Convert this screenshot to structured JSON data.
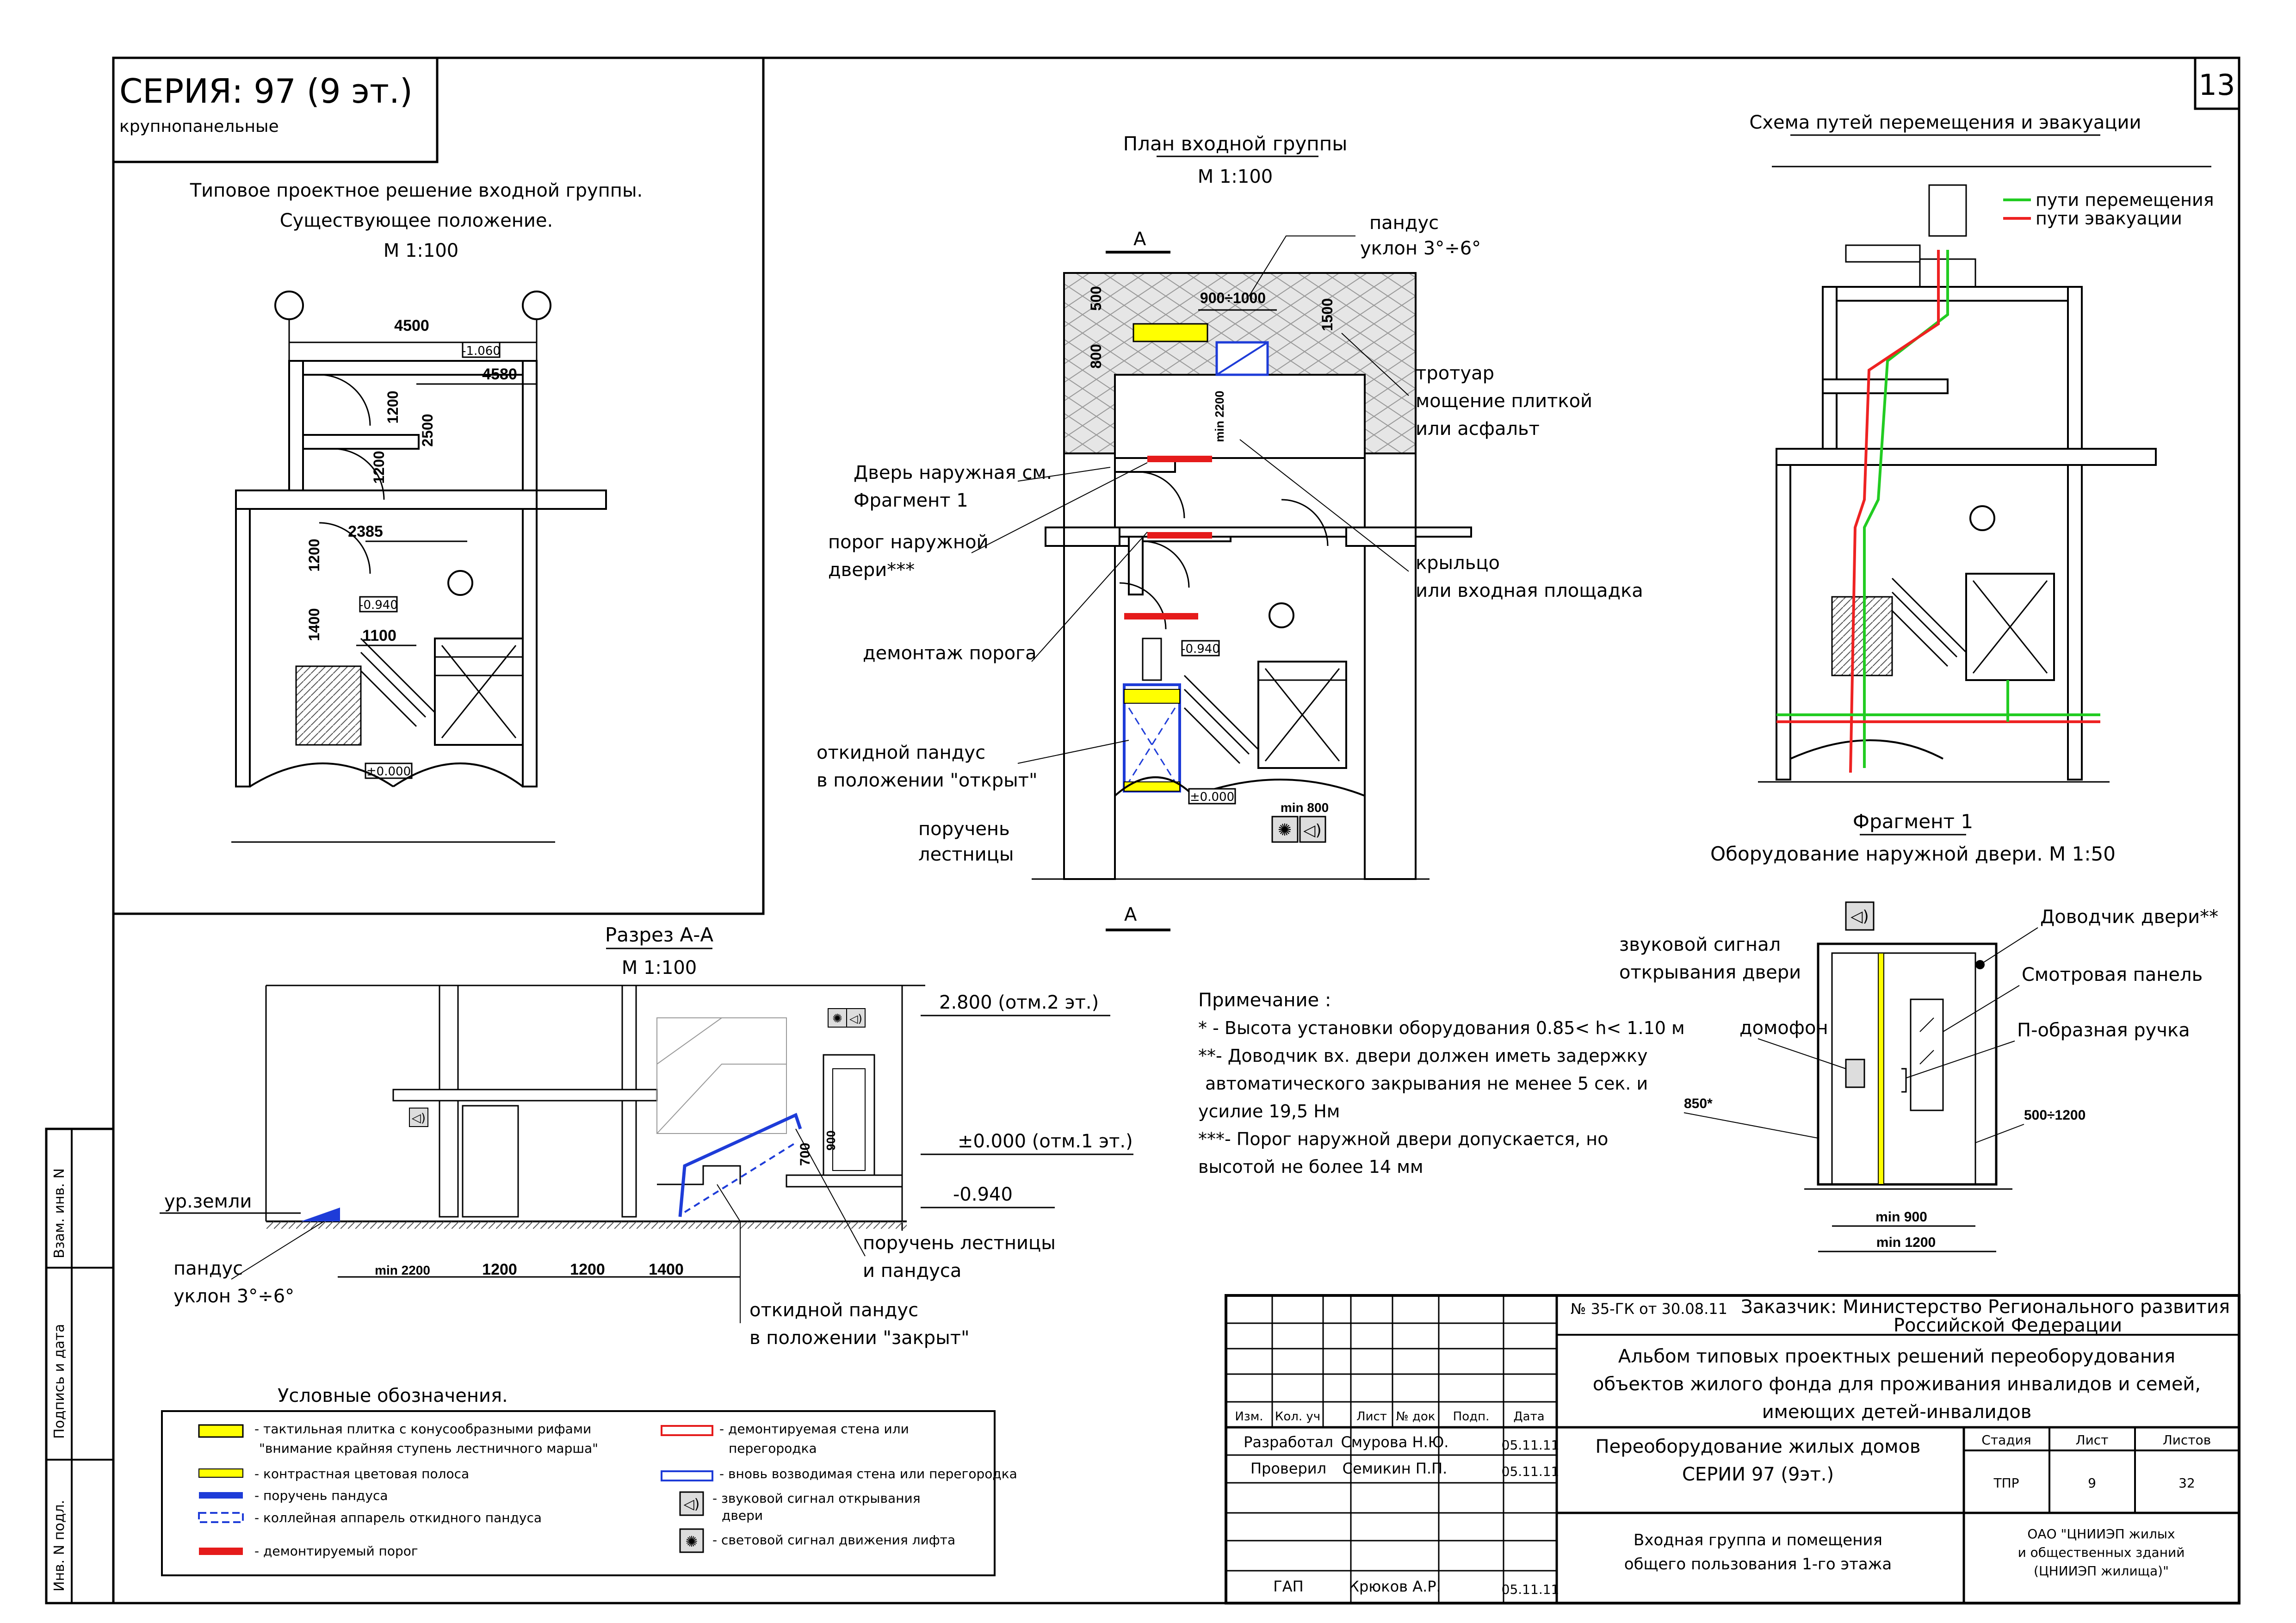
{
  "page_number": "13",
  "series": {
    "title": "СЕРИЯ: 97 (9 эт.)",
    "subtitle": "крупнопанельные"
  },
  "existing": {
    "title1": "Типовое проектное решение входной группы.",
    "title2": "Существующее положение.",
    "scale": "М 1:100",
    "dims": {
      "d4500": "4500",
      "d4580": "4580",
      "dm1060": "-1.060",
      "d1200a": "1200",
      "d2500": "2500",
      "d1200b": "1200",
      "d2385": "2385",
      "d1200c": "1200",
      "d1400": "1400",
      "dm0940": "-0.940",
      "d1100": "1100",
      "d0000": "±0.000"
    }
  },
  "plan": {
    "title": "План входной группы",
    "scale": "М 1:100",
    "section_mark": "А",
    "labels": {
      "ramp1": "пандус",
      "ramp2": "уклон 3°÷6°",
      "walk1": "тротуар",
      "walk2": "мощение плиткой",
      "walk3": "или асфальт",
      "door1": "Дверь наружная см.",
      "door2": "Фрагмент 1",
      "sill1": "порог наружной",
      "sill2": "двери***",
      "demont": "демонтаж порога",
      "porch1": "крыльцо",
      "porch2": "или входная площадка",
      "fold1": "откидной пандус",
      "fold2": "в положении \"открыт\"",
      "rail1": "поручень",
      "rail2": "лестницы"
    },
    "dims": {
      "d900_1000": "900÷1000",
      "d500": "500",
      "d800": "800",
      "d1500": "1500",
      "dmin2200": "min 2200",
      "dm0940": "-0.940",
      "d0000": "±0.000",
      "dmin800": "min 800"
    }
  },
  "scheme": {
    "title": "Схема путей перемещения и эвакуации",
    "legend_move": "пути перемещения",
    "legend_evac": "пути эвакуации",
    "color_move": "#22cc22",
    "color_evac": "#ee2222"
  },
  "fragment": {
    "title": "Фрагмент 1",
    "subtitle": "Оборудование наружной двери. М 1:50",
    "labels": {
      "sound1": "звуковой сигнал",
      "sound2": "открывания двери",
      "closer": "Доводчик двери**",
      "panel": "Смотровая панель",
      "intercom": "домофон",
      "handle": "П-образная ручка"
    },
    "dims": {
      "d850": "850*",
      "d500_1200": "500÷1200",
      "dmin900": "min 900",
      "dmin1200": "min 1200"
    }
  },
  "section": {
    "title": "Разрез А-А",
    "scale": "М 1:100",
    "labels": {
      "ground": "ур.земли",
      "ramp1": "пандус",
      "ramp2": "уклон 3°÷6°",
      "rail1": "поручень лестницы",
      "rail2": "и пандуса",
      "fold1": "откидной пандус",
      "fold2": "в положении \"закрыт\""
    },
    "dims": {
      "lvl2": "2.800 (отм.2 эт.)",
      "lvl1": "±0.000 (отм.1 эт.)",
      "lvlm": "-0.940",
      "d700": "700",
      "d900": "900",
      "dmin2200": "min 2200",
      "d1200a": "1200",
      "d1200b": "1200",
      "d1400": "1400"
    }
  },
  "notes": {
    "title": "Примечание :",
    "n1": "* - Высота установки оборудования 0.85< h< 1.10 м",
    "n2a": "**- Доводчик вх. двери должен иметь задержку",
    "n2b": "автоматического закрывания не менее 5 сек. и",
    "n2c": "усилие 19,5 Нм",
    "n3a": "***-  Порог наружной двери допускается, но",
    "n3b": "высотой не более 14 мм"
  },
  "legend": {
    "title": "Условные обозначения.",
    "items": [
      {
        "text1": "- тактильная плитка с конусообразными рифами",
        "text2": "\"внимание крайняя ступень лестничного марша\""
      },
      {
        "text1": "- контрастная цветовая полоса",
        "text2": ""
      },
      {
        "text1": "- поручень пандуса",
        "text2": ""
      },
      {
        "text1": "- коллейная аппарель откидного пандуса",
        "text2": ""
      },
      {
        "text1": "- демонтируемый порог",
        "text2": ""
      },
      {
        "text1": "- демонтируемая стена или",
        "text2": "перегородка"
      },
      {
        "text1": "- вновь возводимая стена или перегородка",
        "text2": ""
      },
      {
        "text1": "- звуковой сигнал открывания",
        "text2": "двери"
      },
      {
        "text1": "- световой сигнал движения лифта",
        "text2": ""
      }
    ]
  },
  "side_stamp": {
    "c1": "Взам. инв. N",
    "c2": "Подпись и дата",
    "c3": "Инв. N подл."
  },
  "title_block": {
    "doc_no": "№ 35-ГК от 30.08.11",
    "customer1": "Заказчик: Министерство Регионального развития",
    "customer2": "Российской Федерации",
    "album1": "Альбом типовых проектных решений переоборудования",
    "album2": "объектов жилого фонда для проживания инвалидов и семей,",
    "album3": "имеющих детей-инвалидов",
    "head": {
      "izm": "Изм.",
      "kol": "Кол. уч",
      "list": "Лист",
      "ndok": "№ док",
      "podp": "Подп.",
      "data": "Дата"
    },
    "rows": [
      {
        "role": "Разработал",
        "name": "Смурова Н.Ю.",
        "date": "05.11.11"
      },
      {
        "role": "Проверил",
        "name": "Семикин П.П.",
        "date": "05.11.11"
      },
      {
        "role": "ГАП",
        "name": "Крюков А.Р.",
        "date": "05.11.11"
      }
    ],
    "object1": "Переоборудование жилых домов",
    "object2": "СЕРИИ 97 (9эт.)",
    "sheet1": "Входная группа и помещения",
    "sheet2": "общего пользования 1-го этажа",
    "stage_h": "Стадия",
    "list_h": "Лист",
    "lists_h": "Листов",
    "stage": "ТПР",
    "list": "9",
    "lists": "32",
    "org1": "ОАО \"ЦНИИЭП жилых",
    "org2": "и общественных зданий",
    "org3": "(ЦНИИЭП жилища)\""
  }
}
